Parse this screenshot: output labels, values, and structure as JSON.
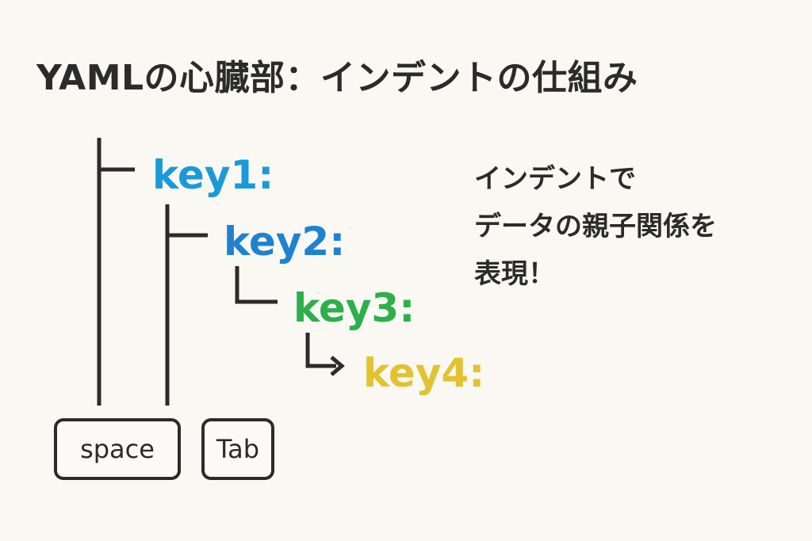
{
  "title": "YAMLの心臓部：インデントの仕組み",
  "keys": [
    "key1:",
    "key2:",
    "key3:",
    "key4:"
  ],
  "key_colors": [
    "#1a9ad9",
    "#1f82d0",
    "#2db04b",
    "#e2c230"
  ],
  "note": {
    "line1": "インデントで",
    "line2": "データの親子関係を",
    "line3": "表現！"
  },
  "keycaps": {
    "space": "space",
    "tab": "Tab"
  }
}
